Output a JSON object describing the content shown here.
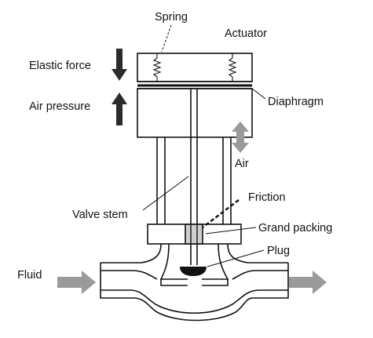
{
  "labels": {
    "spring": "Spring",
    "actuator": "Actuator",
    "elastic_force": "Elastic force",
    "air_pressure": "Air pressure",
    "diaphragm": "Diaphragm",
    "air": "Air",
    "friction": "Friction",
    "valve_stem": "Valve stem",
    "grand_packing": "Grand packing",
    "plug": "Plug",
    "fluid": "Fluid"
  },
  "colors": {
    "line": "#111111",
    "arrow_dark": "#2b2b2b",
    "arrow_gray": "#9a9a9a",
    "packing_fill": "#cfcfcf",
    "plug_fill": "#111111"
  }
}
